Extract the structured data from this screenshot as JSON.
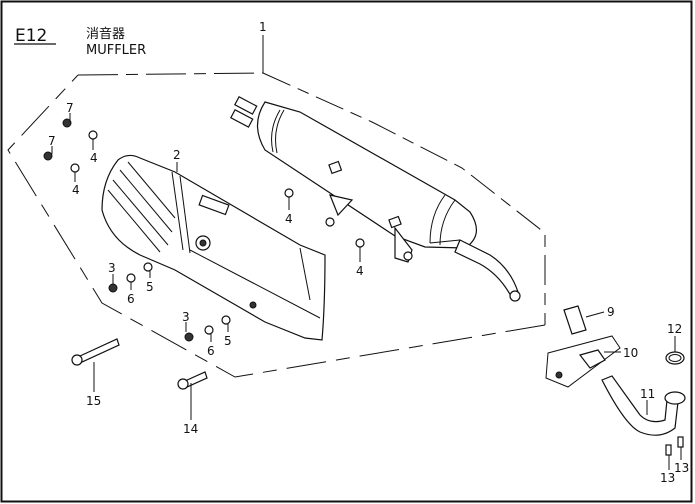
{
  "header": {
    "code": "E12",
    "title_cn": "消音器",
    "title_en": "MUFFLER"
  },
  "callouts": [
    {
      "id": "1",
      "part": "muffler-assembly"
    },
    {
      "id": "2",
      "part": "heat-shield"
    },
    {
      "id": "3",
      "part": "bolt"
    },
    {
      "id": "3",
      "part": "bolt"
    },
    {
      "id": "4",
      "part": "nut"
    },
    {
      "id": "4",
      "part": "nut"
    },
    {
      "id": "4",
      "part": "nut"
    },
    {
      "id": "4",
      "part": "nut"
    },
    {
      "id": "5",
      "part": "washer"
    },
    {
      "id": "5",
      "part": "washer"
    },
    {
      "id": "6",
      "part": "collar"
    },
    {
      "id": "6",
      "part": "collar"
    },
    {
      "id": "7",
      "part": "screw"
    },
    {
      "id": "7",
      "part": "screw"
    },
    {
      "id": "9",
      "part": "sensor-plug"
    },
    {
      "id": "10",
      "part": "clamp"
    },
    {
      "id": "11",
      "part": "exhaust-pipe"
    },
    {
      "id": "12",
      "part": "gasket"
    },
    {
      "id": "13",
      "part": "stud-nut"
    },
    {
      "id": "13",
      "part": "stud-nut"
    },
    {
      "id": "14",
      "part": "bolt-long"
    },
    {
      "id": "15",
      "part": "bolt-long"
    }
  ]
}
